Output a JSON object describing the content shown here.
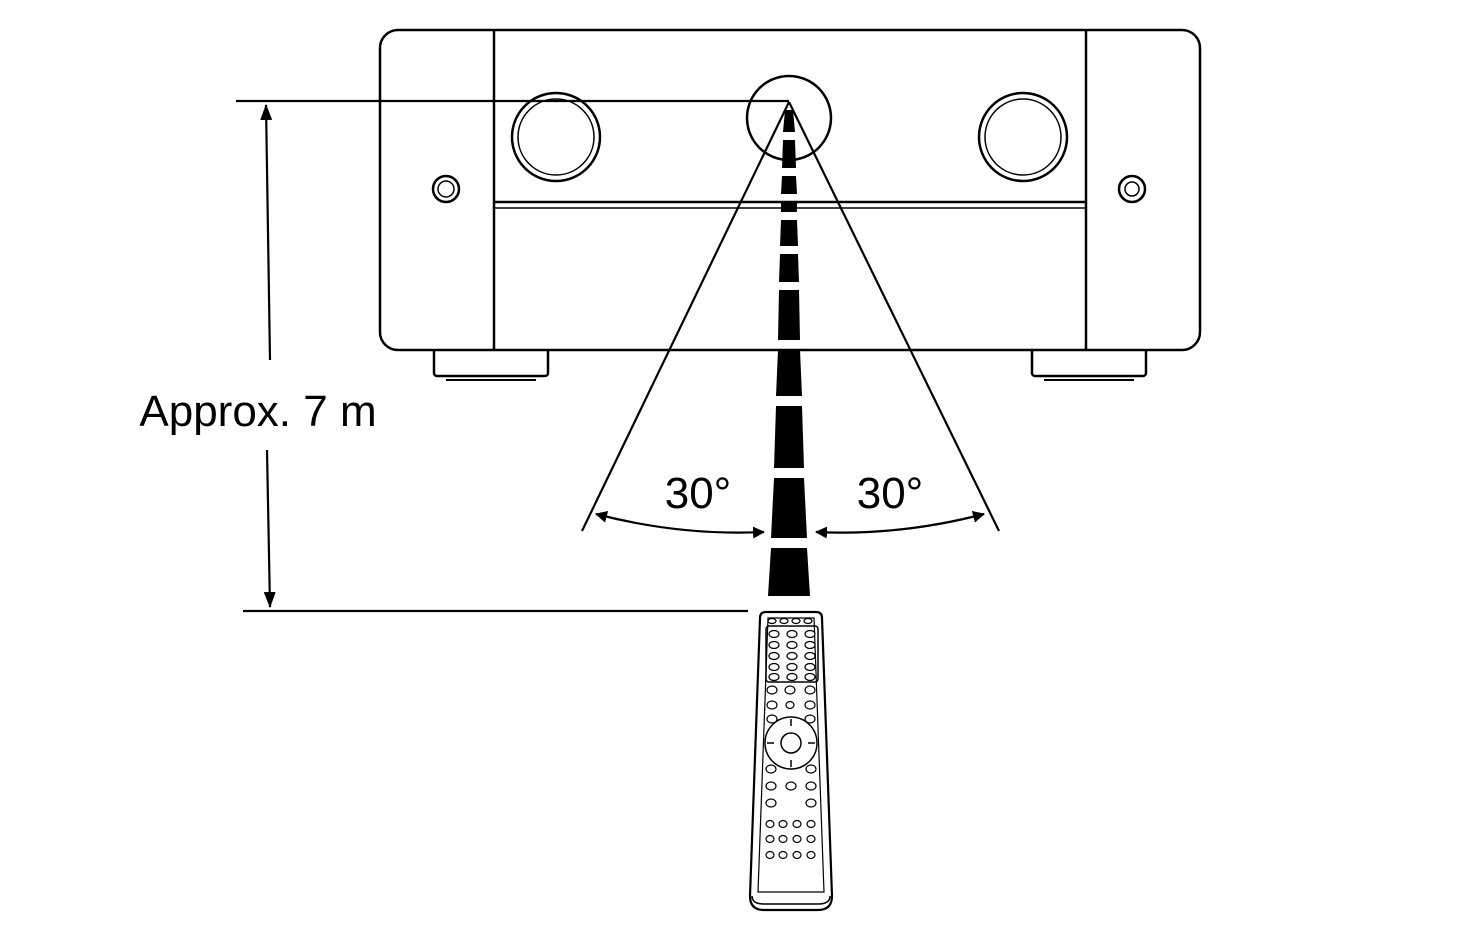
{
  "labels": {
    "distance": "Approx. 7 m",
    "angle_left": "30°",
    "angle_right": "30°"
  },
  "colors": {
    "line": "#000000",
    "background": "#ffffff"
  }
}
